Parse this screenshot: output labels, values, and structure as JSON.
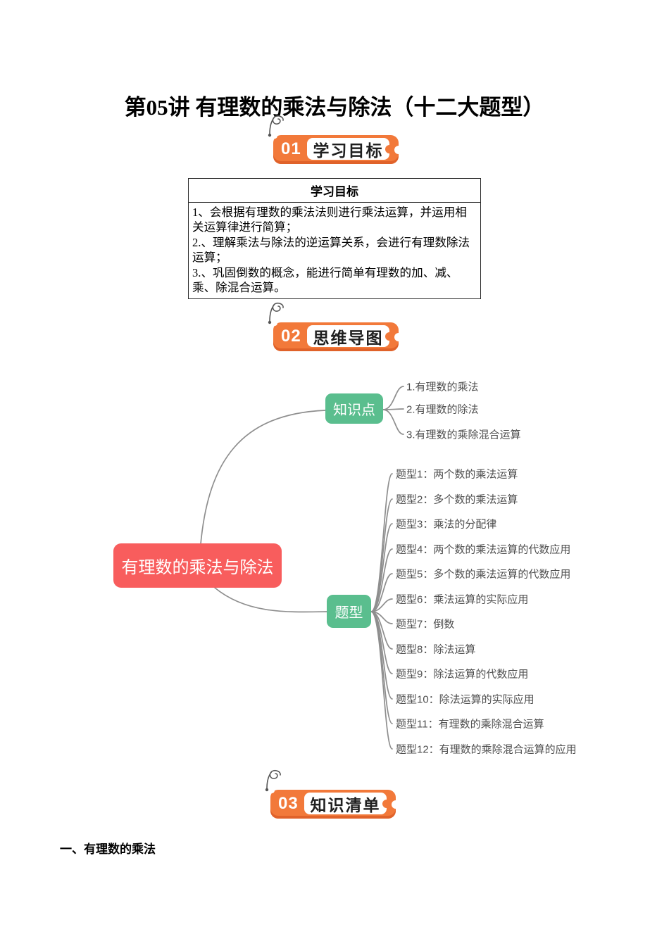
{
  "page": {
    "title": "第05讲 有理数的乘法与除法（十二大题型）"
  },
  "colors": {
    "badge_orange": "#f2793a",
    "badge_orange_dark": "#e0622a",
    "root_red": "#f85d5d",
    "branch_green": "#5abe8e",
    "line_gray": "#8e8e8e",
    "item_gray": "#4f4f4f",
    "text_dark": "#1f1f1f"
  },
  "sections": {
    "s1": {
      "num": "01",
      "title": "学习目标"
    },
    "s2": {
      "num": "02",
      "title": "思维导图"
    },
    "s3": {
      "num": "03",
      "title": "知识清单"
    }
  },
  "objectives_table": {
    "header": "学习目标",
    "items": [
      "1、会根据有理数的乘法法则进行乘法运算，并运用相关运算律进行简算；",
      "2.、理解乘法与除法的逆运算关系，会进行有理数除法运算；",
      "3.、巩固倒数的概念，能进行简单有理数的加、减、乘、除混合运算。"
    ]
  },
  "mindmap": {
    "root": "有理数的乘法与除法",
    "branches": {
      "knowledge": {
        "label": "知识点",
        "items": [
          "1.有理数的乘法",
          "2.有理数的除法",
          "3.有理数的乘除混合运算"
        ]
      },
      "types": {
        "label": "题型",
        "items": [
          "题型1：两个数的乘法运算",
          "题型2：多个数的乘法运算",
          "题型3：乘法的分配律",
          "题型4：两个数的乘法运算的代数应用",
          "题型5：多个数的乘法运算的代数应用",
          "题型6：乘法运算的实际应用",
          "题型7：倒数",
          "题型8：除法运算",
          "题型9：除法运算的代数应用",
          "题型10：除法运算的实际应用",
          "题型11：有理数的乘除混合运算",
          "题型12：有理数的乘除混合运算的应用"
        ]
      }
    }
  },
  "knowledge_list": {
    "heading": "一、有理数的乘法"
  }
}
